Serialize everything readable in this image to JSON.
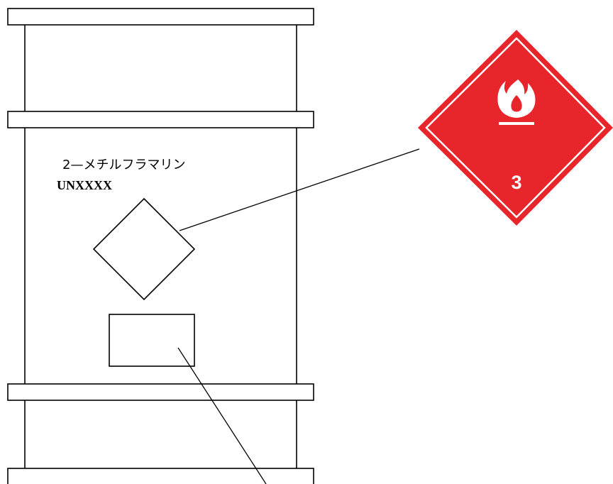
{
  "drum": {
    "product_name": "2—メチルフラマリン",
    "un_number": "UNXXXX"
  },
  "hazard_label": {
    "class_number": "3",
    "symbol": "flame-icon",
    "background_color": "#e8252b",
    "symbol_color": "#ffffff"
  }
}
